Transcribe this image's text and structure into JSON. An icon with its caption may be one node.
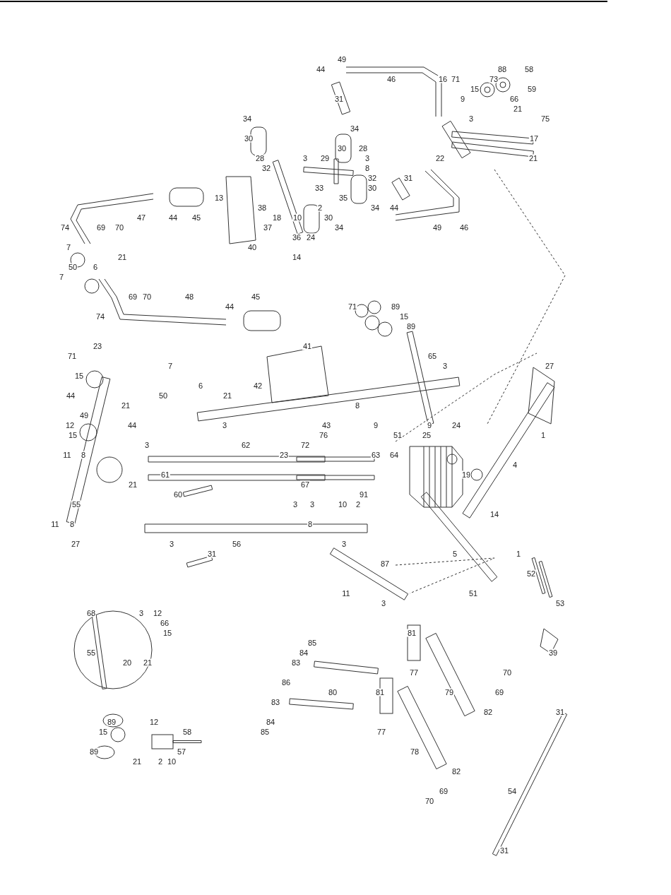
{
  "diagram": {
    "labels": [
      "49",
      "44",
      "88",
      "58",
      "46",
      "16",
      "71",
      "73",
      "15",
      "59",
      "31",
      "9",
      "66",
      "21",
      "34",
      "3",
      "75",
      "34",
      "30",
      "17",
      "30",
      "28",
      "28",
      "3",
      "29",
      "3",
      "22",
      "21",
      "32",
      "8",
      "32",
      "31",
      "33",
      "30",
      "13",
      "35",
      "38",
      "2",
      "34",
      "44",
      "47",
      "44",
      "45",
      "18",
      "10",
      "30",
      "74",
      "69",
      "70",
      "37",
      "34",
      "49",
      "46",
      "36",
      "24",
      "7",
      "40",
      "21",
      "14",
      "50",
      "6",
      "7",
      "69",
      "70",
      "48",
      "45",
      "44",
      "71",
      "89",
      "74",
      "15",
      "89",
      "23",
      "41",
      "71",
      "65",
      "7",
      "3",
      "27",
      "15",
      "6",
      "42",
      "44",
      "50",
      "21",
      "21",
      "8",
      "49",
      "12",
      "44",
      "3",
      "43",
      "9",
      "9",
      "24",
      "15",
      "76",
      "51",
      "25",
      "1",
      "3",
      "62",
      "72",
      "11",
      "8",
      "23",
      "63",
      "64",
      "4",
      "61",
      "19",
      "21",
      "67",
      "60",
      "91",
      "55",
      "3",
      "3",
      "10",
      "2",
      "14",
      "11",
      "8",
      "8",
      "27",
      "3",
      "56",
      "3",
      "31",
      "5",
      "1",
      "87",
      "52",
      "11",
      "51",
      "3",
      "53",
      "68",
      "3",
      "12",
      "66",
      "15",
      "81",
      "85",
      "55",
      "84",
      "39",
      "20",
      "21",
      "83",
      "77",
      "70",
      "86",
      "80",
      "81",
      "79",
      "69",
      "83",
      "82",
      "31",
      "89",
      "12",
      "84",
      "15",
      "58",
      "85",
      "77",
      "89",
      "57",
      "78",
      "21",
      "2",
      "10",
      "82",
      "69",
      "54",
      "70",
      "31"
    ]
  }
}
